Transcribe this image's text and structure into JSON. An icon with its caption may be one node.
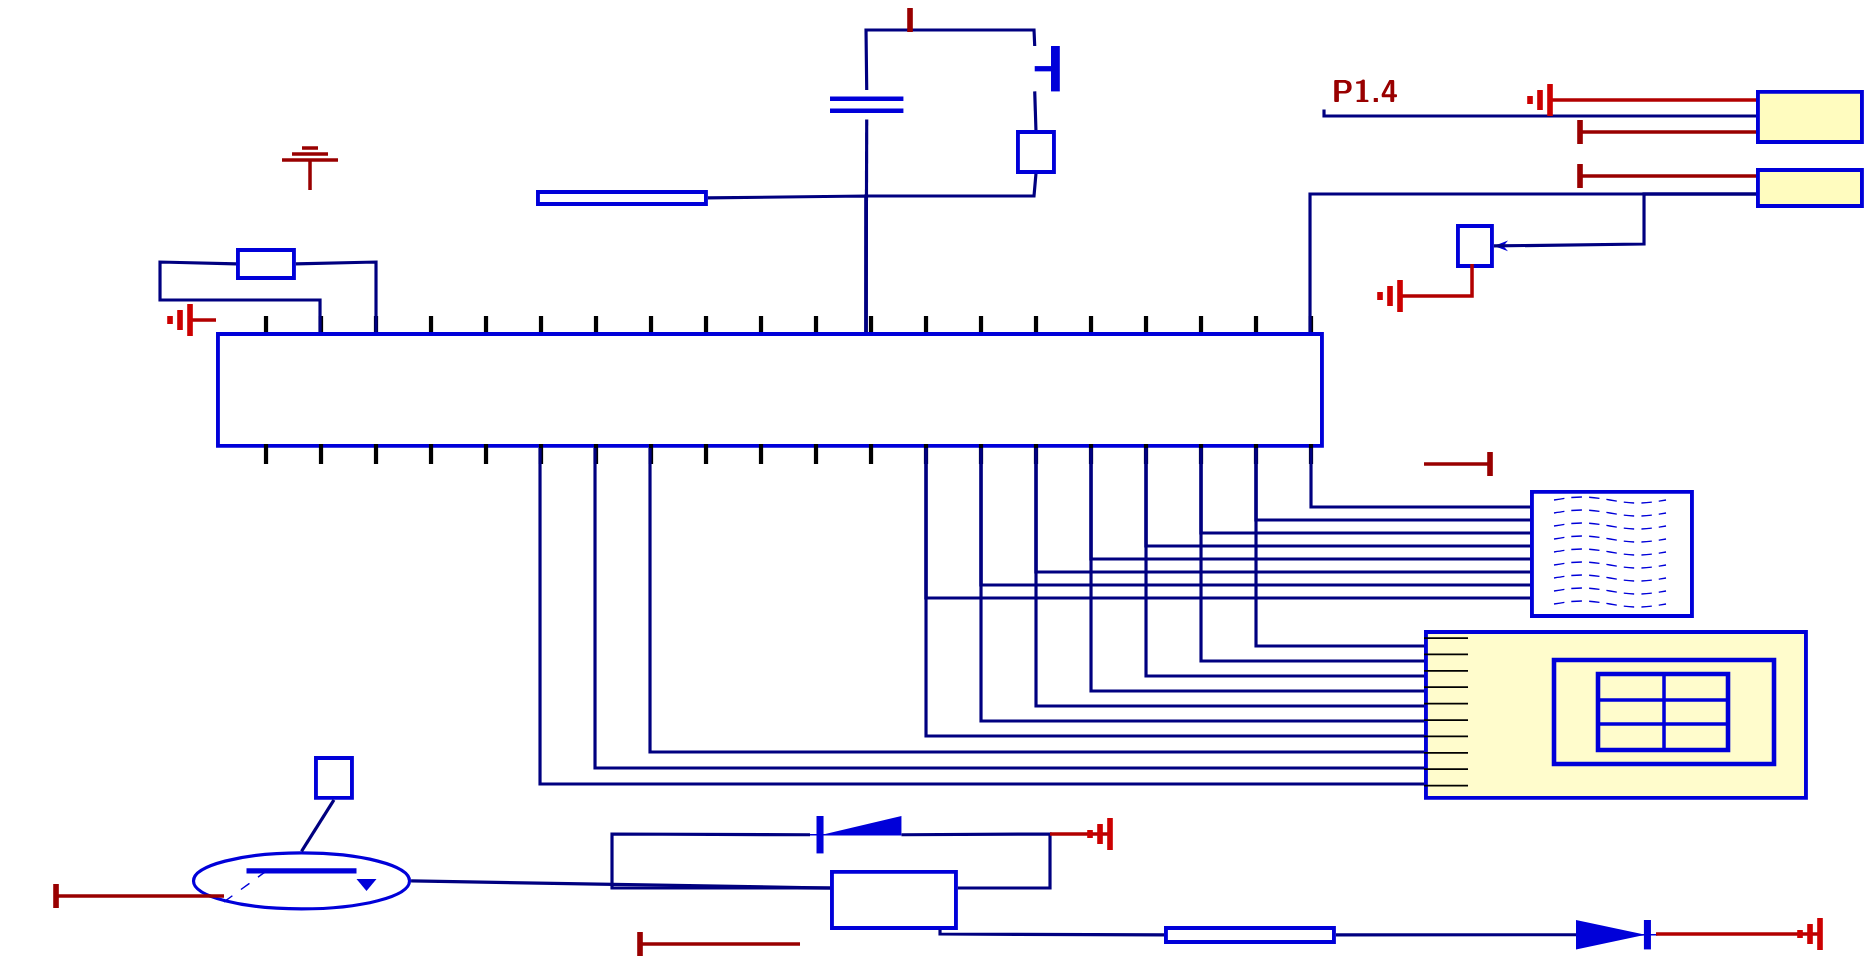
{
  "diagram": {
    "nodes": [
      {
        "text": [],
        "shape": "box"
      },
      {
        "text": [],
        "shape": "box"
      },
      {
        "text": [],
        "shape": "box"
      },
      {
        "text": [],
        "shape": "box"
      },
      {
        "text": [],
        "shape": "box"
      },
      {
        "text": [],
        "shape": "box"
      },
      {
        "text": [],
        "shape": "box"
      },
      {
        "text": [],
        "shape": "capacitor"
      },
      {
        "text": [],
        "shape": "switch"
      },
      {
        "text": [],
        "shape": "box"
      },
      {
        "text": [],
        "shape": "box"
      },
      {
        "text": [],
        "shape": "circle"
      },
      {
        "text": [],
        "shape": "box"
      },
      {
        "text": [],
        "shape": "box"
      },
      {
        "text": [],
        "shape": "diode"
      },
      {
        "text": [],
        "shape": "box"
      },
      {
        "text": [],
        "shape": "diode"
      },
      {
        "text": [
          "P1.4"
        ]
      }
    ],
    "edges": [
      {
        "from": 6,
        "to": 0,
        "arrow": "none"
      },
      {
        "from": 7,
        "to": 0,
        "arrow": "none"
      },
      {
        "from": 7,
        "to": 8,
        "arrow": "none"
      },
      {
        "from": 8,
        "to": 9,
        "arrow": "none"
      },
      {
        "from": 9,
        "to": 0,
        "arrow": "none"
      },
      {
        "from": 10,
        "to": 0,
        "arrow": "none"
      },
      {
        "from": 10,
        "to": 0,
        "arrow": "none"
      },
      {
        "from": 0,
        "to": 4,
        "arrow": "none"
      },
      {
        "from": 5,
        "to": 4,
        "arrow": "none"
      },
      {
        "from": 17,
        "to": 3,
        "arrow": "none"
      },
      {
        "from": 0,
        "to": 1,
        "arrow": "none"
      },
      {
        "from": 0,
        "to": 1,
        "arrow": "none"
      },
      {
        "from": 0,
        "to": 1,
        "arrow": "none"
      },
      {
        "from": 0,
        "to": 1,
        "arrow": "none"
      },
      {
        "from": 0,
        "to": 1,
        "arrow": "none"
      },
      {
        "from": 0,
        "to": 1,
        "arrow": "none"
      },
      {
        "from": 0,
        "to": 1,
        "arrow": "none"
      },
      {
        "from": 0,
        "to": 1,
        "arrow": "none"
      },
      {
        "from": 0,
        "to": 2,
        "arrow": "none"
      },
      {
        "from": 0,
        "to": 2,
        "arrow": "none"
      },
      {
        "from": 0,
        "to": 2,
        "arrow": "none"
      },
      {
        "from": 0,
        "to": 2,
        "arrow": "none"
      },
      {
        "from": 0,
        "to": 2,
        "arrow": "none"
      },
      {
        "from": 0,
        "to": 2,
        "arrow": "none"
      },
      {
        "from": 0,
        "to": 2,
        "arrow": "none"
      },
      {
        "from": 0,
        "to": 2,
        "arrow": "none"
      },
      {
        "from": 0,
        "to": 2,
        "arrow": "none"
      },
      {
        "from": 0,
        "to": 2,
        "arrow": "none"
      },
      {
        "from": 12,
        "to": 11,
        "arrow": "none"
      },
      {
        "from": 11,
        "to": 13,
        "arrow": "none"
      },
      {
        "from": 14,
        "to": 13,
        "arrow": "none"
      },
      {
        "from": 14,
        "to": 13,
        "arrow": "none"
      },
      {
        "from": 13,
        "to": 15,
        "arrow": "none"
      },
      {
        "from": 15,
        "to": 16,
        "arrow": "none"
      }
    ]
  }
}
